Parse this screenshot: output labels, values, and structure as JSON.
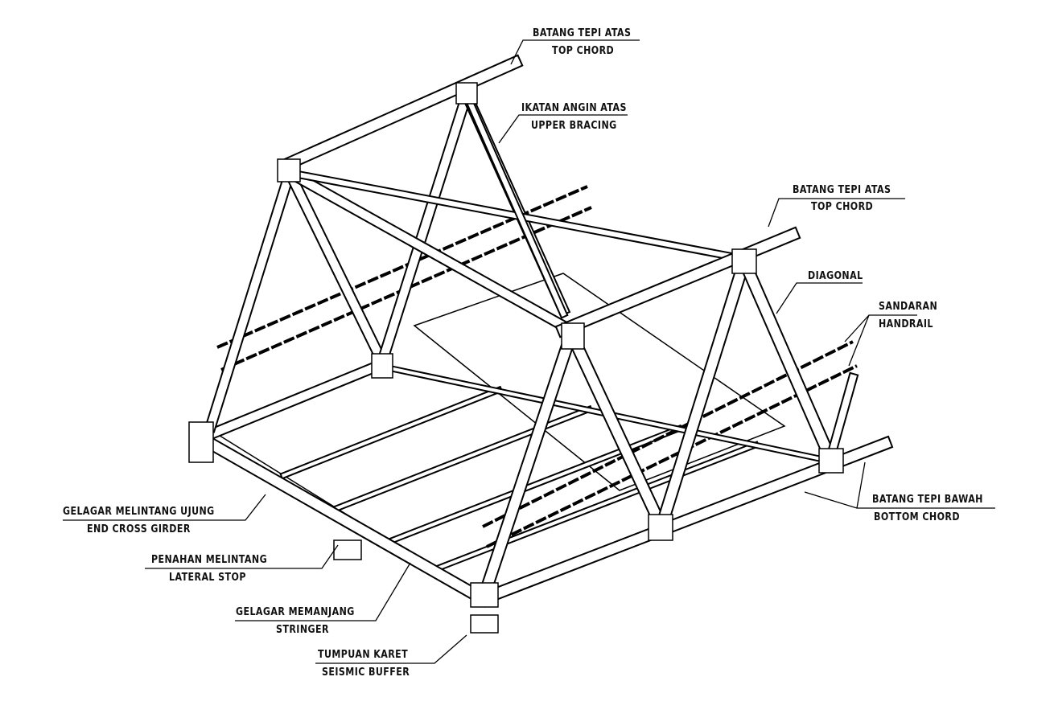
{
  "title": "Truss bridge components",
  "labels": {
    "top_chord_back": {
      "id": "BATANG TEPI ATAS",
      "en": "TOP CHORD"
    },
    "upper_bracing": {
      "id": "IKATAN ANGIN ATAS",
      "en": "UPPER BRACING"
    },
    "top_chord_front": {
      "id": "BATANG TEPI ATAS",
      "en": "TOP CHORD"
    },
    "diagonal": {
      "id": "DIAGONAL"
    },
    "handrail": {
      "id": "SANDARAN",
      "en": "HANDRAIL"
    },
    "bottom_chord": {
      "id": "BATANG TEPI BAWAH",
      "en": "BOTTOM CHORD"
    },
    "end_cross_girder": {
      "id": "GELAGAR MELINTANG UJUNG",
      "en": "END CROSS GIRDER"
    },
    "lateral_stop": {
      "id": "PENAHAN MELINTANG",
      "en": "LATERAL STOP"
    },
    "stringer": {
      "id": "GELAGAR MEMANJANG",
      "en": "STRINGER"
    },
    "seismic_buffer": {
      "id": "TUMPUAN KARET",
      "en": "SEISMIC BUFFER"
    }
  }
}
